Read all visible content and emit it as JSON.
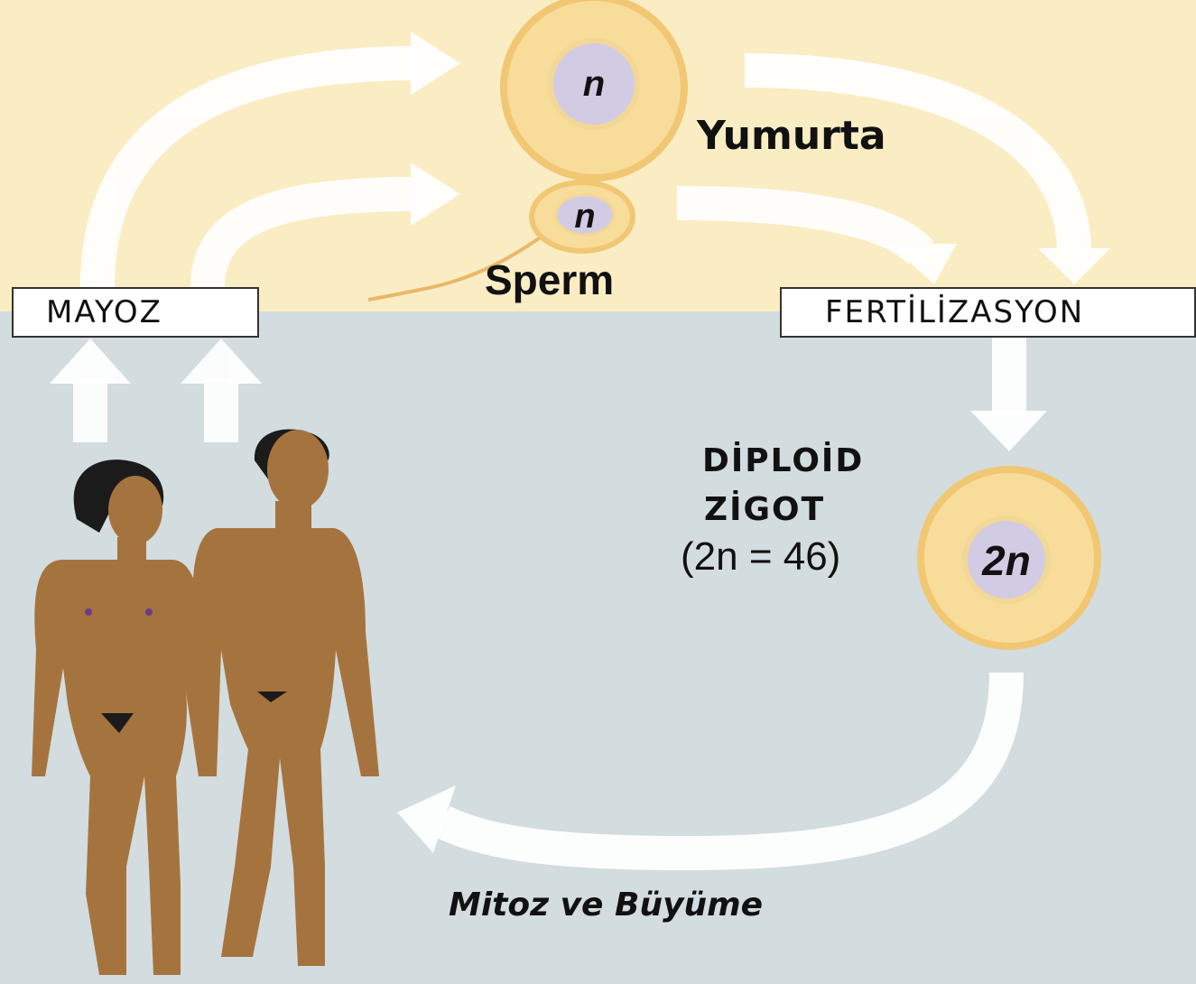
{
  "backgrounds": {
    "haploid_band": "#faedc4",
    "diploid_band": "#d3dcdf"
  },
  "colors": {
    "arrow": "#ffffff",
    "cell_membrane": "#f1c774",
    "cell_fill": "#f8dc9a",
    "nucleus": "#d2cbe4",
    "skin": "#a5743e",
    "hair": "#1b1b1b"
  },
  "labels": {
    "meiosis": "MAYOZ",
    "fertilization": "FERTİLİZASYON",
    "egg": "Yumurta",
    "sperm": "Sperm",
    "zygote_line1": "DİPLOİD",
    "zygote_line2": "ZİGOT",
    "zygote_line3": "(2n = 46)",
    "growth": "Mitoz ve Büyüme"
  },
  "cells": {
    "egg_nucleus": "n",
    "sperm_nucleus": "n",
    "zygote_nucleus": "2n"
  },
  "figures": {
    "female": "female-figure",
    "male": "male-figure"
  }
}
